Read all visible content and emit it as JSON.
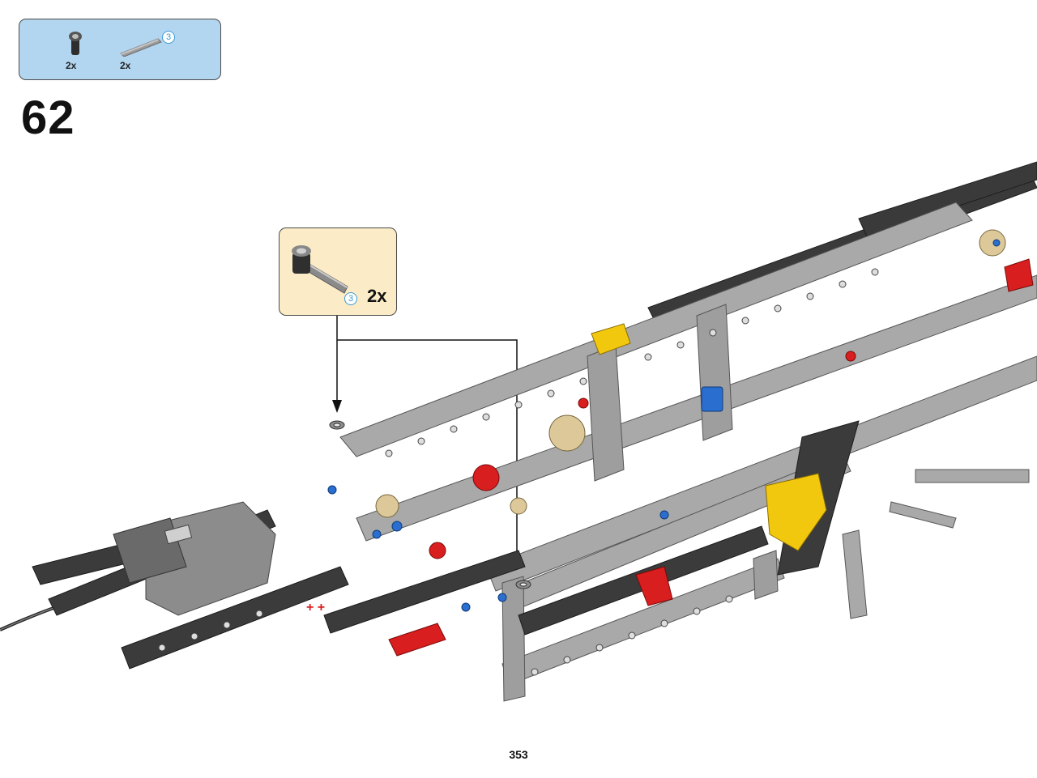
{
  "parts_list": {
    "items": [
      {
        "icon": "axle-connector-icon",
        "qty": "2x"
      },
      {
        "icon": "axle-icon",
        "qty": "2x",
        "length": "3"
      }
    ]
  },
  "step": {
    "number": "62"
  },
  "callout": {
    "icon": "axle-with-connector-icon",
    "length": "3",
    "qty": "2x"
  },
  "page": {
    "number": "353"
  },
  "colors": {
    "parts_bg": "#b3d6f0",
    "callout_bg": "#fbebc6",
    "beam_gray": "#a9a9a9",
    "beam_dark": "#3a3a3a",
    "accent_red": "#d81e1e",
    "accent_blue": "#2a6fd0",
    "accent_yellow": "#f2c80f",
    "gear_tan": "#dcc898"
  }
}
